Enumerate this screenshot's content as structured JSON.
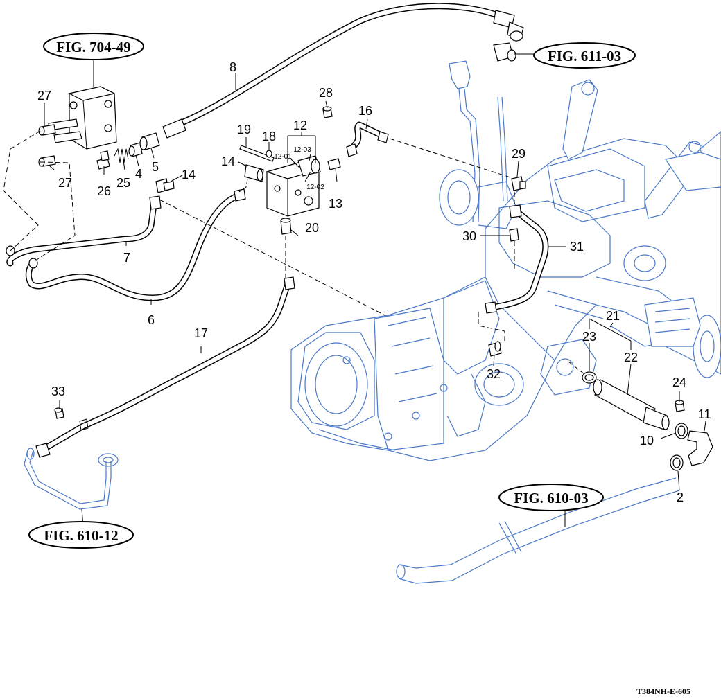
{
  "figure_refs": {
    "fig_704_49": "FIG. 704-49",
    "fig_611_03": "FIG. 611-03",
    "fig_610_03": "FIG. 610-03",
    "fig_610_12": "FIG. 610-12"
  },
  "callouts": {
    "c2": "2",
    "c4": "4",
    "c5": "5",
    "c6": "6",
    "c7": "7",
    "c8": "8",
    "c10": "10",
    "c11": "11",
    "c12": "12",
    "c13": "13",
    "c14a": "14",
    "c14b": "14",
    "c16": "16",
    "c17": "17",
    "c18": "18",
    "c19": "19",
    "c20": "20",
    "c21": "21",
    "c22": "22",
    "c23": "23",
    "c24": "24",
    "c25": "25",
    "c26": "26",
    "c27a": "27",
    "c27b": "27",
    "c28": "28",
    "c29": "29",
    "c30": "30",
    "c31": "31",
    "c32": "32",
    "c33": "33"
  },
  "sub_callouts": {
    "s12_01": "12-01",
    "s12_02": "12-02",
    "s12_03": "12-03"
  },
  "drawing_code": "T384NH-E-605",
  "colors": {
    "line": "#000000",
    "assembly_outline": "#4a78c8",
    "background": "#ffffff"
  }
}
